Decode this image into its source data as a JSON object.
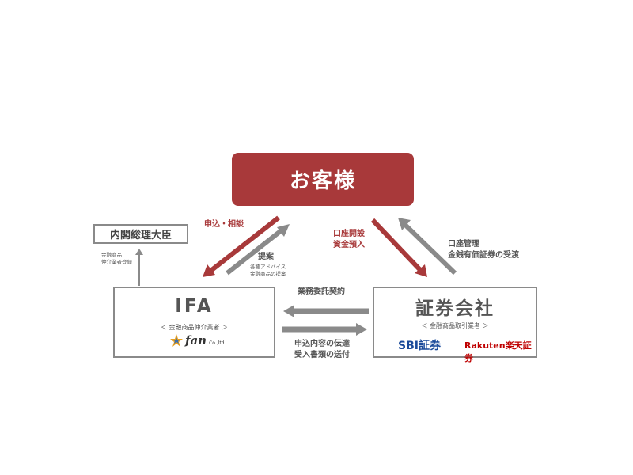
{
  "customer": {
    "title": "お客様"
  },
  "minister": {
    "title": "内閣総理大臣"
  },
  "registration_note": {
    "line1": "金融商品",
    "line2": "仲介業者登録"
  },
  "ifa": {
    "title": "IFA",
    "subtitle": "＜ 金融商品仲介業者 ＞",
    "logo": {
      "main": "fan",
      "suffix": "Co.,ltd."
    }
  },
  "securities": {
    "title": "証券会社",
    "subtitle": "＜ 金融商品取引業者 ＞",
    "logos": [
      "SBI証券",
      "Rakuten楽天証券"
    ]
  },
  "flows": {
    "apply_consult": "申込・相談",
    "proposal": "提案",
    "proposal_detail": {
      "line1": "各種アドバイス",
      "line2": "金融商品の提案"
    },
    "account_opening": {
      "line1": "口座開設",
      "line2": "資金預入"
    },
    "account_management": {
      "line1": "口座管理",
      "line2": "金銭有価証券の受渡"
    },
    "business_contract": "業務委託契約",
    "order_transmission": {
      "line1": "申込内容の伝達",
      "line2": "受入書類の送付"
    }
  },
  "colors": {
    "accent_red": "#a8393a",
    "gray": "#8a8a8a"
  }
}
